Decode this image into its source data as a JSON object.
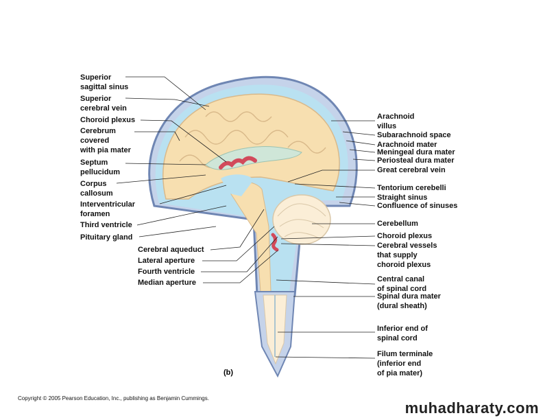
{
  "labels_left": [
    {
      "id": "superior-sagittal-sinus",
      "text": "Superior\nsagittal sinus"
    },
    {
      "id": "superior-cerebral-vein",
      "text": "Superior\ncerebral vein"
    },
    {
      "id": "choroid-plexus-upper",
      "text": "Choroid plexus"
    },
    {
      "id": "cerebrum",
      "text": "Cerebrum\ncovered\nwith pia mater"
    },
    {
      "id": "septum-pellucidum",
      "text": "Septum\npellucidum"
    },
    {
      "id": "corpus-callosum",
      "text": "Corpus\ncallosum"
    },
    {
      "id": "interventricular-foramen",
      "text": "Interventricular\nforamen"
    },
    {
      "id": "third-ventricle",
      "text": "Third ventricle"
    },
    {
      "id": "pituitary-gland",
      "text": "Pituitary gland"
    },
    {
      "id": "cerebral-aqueduct",
      "text": "Cerebral aqueduct"
    },
    {
      "id": "lateral-aperture",
      "text": "Lateral aperture"
    },
    {
      "id": "fourth-ventricle",
      "text": "Fourth ventricle"
    },
    {
      "id": "median-aperture",
      "text": "Median aperture"
    }
  ],
  "labels_right": [
    {
      "id": "arachnoid-villus",
      "text": "Arachnoid\nvillus"
    },
    {
      "id": "subarachnoid-space",
      "text": "Subarachnoid space"
    },
    {
      "id": "arachnoid-mater",
      "text": "Arachnoid mater"
    },
    {
      "id": "meningeal-dura-mater",
      "text": "Meningeal dura mater"
    },
    {
      "id": "periosteal-dura-mater",
      "text": "Periosteal dura mater"
    },
    {
      "id": "great-cerebral-vein",
      "text": "Great cerebral vein"
    },
    {
      "id": "tentorium-cerebelli",
      "text": "Tentorium cerebelli"
    },
    {
      "id": "straight-sinus",
      "text": "Straight sinus"
    },
    {
      "id": "confluence-of-sinuses",
      "text": "Confluence of sinuses"
    },
    {
      "id": "cerebellum",
      "text": "Cerebellum"
    },
    {
      "id": "choroid-plexus-lower",
      "text": "Choroid plexus"
    },
    {
      "id": "cerebral-vessels",
      "text": "Cerebral vessels\nthat supply\nchoroid plexus"
    },
    {
      "id": "central-canal",
      "text": "Central canal\nof spinal cord"
    },
    {
      "id": "spinal-dura-mater",
      "text": "Spinal dura mater\n(dural sheath)"
    },
    {
      "id": "inferior-end",
      "text": "Inferior end of\nspinal cord"
    },
    {
      "id": "filum-terminale",
      "text": "Filum terminale\n(inferior end\nof pia mater)"
    }
  ],
  "panel_label": "(b)",
  "copyright": "Copyright © 2005 Pearson Education, Inc., publishing as Benjamin Cummings.",
  "watermark": "muhadharaty.com",
  "colors": {
    "brain": "#f7dfb0",
    "csf": "#b9e1f1",
    "dura": "#8fa3c8",
    "plexus": "#d24a5b",
    "cerebellum": "#fbeed7"
  }
}
